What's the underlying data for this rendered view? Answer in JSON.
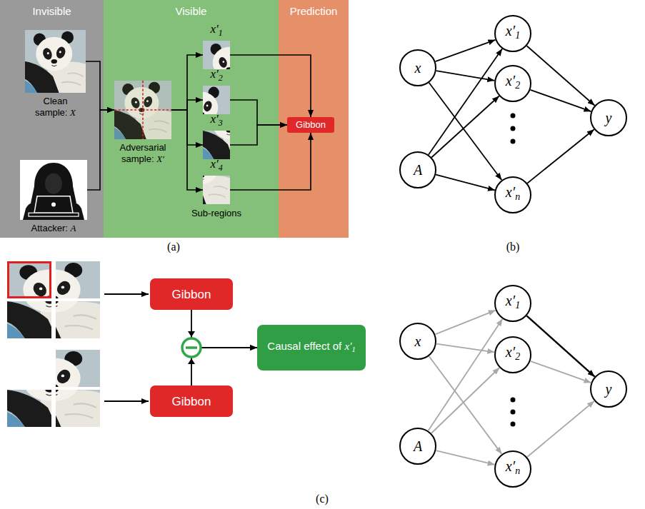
{
  "diagram": {
    "nodes": [
      {
        "text": [
          "Invisible"
        ]
      },
      {
        "text": [
          "Visible"
        ]
      },
      {
        "text": [
          "Prediction"
        ]
      },
      {
        "text": [
          "Clean sample: X"
        ],
        "in": 0
      },
      {
        "text": [
          "Attacker: A"
        ],
        "in": 0
      },
      {
        "text": [
          "Adversarial sample: X′"
        ],
        "in": 1
      },
      {
        "text": [
          "x′1"
        ],
        "in": 1
      },
      {
        "text": [
          "x′2"
        ],
        "in": 1
      },
      {
        "text": [
          "x′3"
        ],
        "in": 1
      },
      {
        "text": [
          "x′4"
        ],
        "in": 1
      },
      {
        "text": [
          "Gibbon"
        ],
        "in": 2
      },
      {
        "text": [
          "x"
        ]
      },
      {
        "text": [
          "A"
        ]
      },
      {
        "text": [
          "x′1"
        ]
      },
      {
        "text": [
          "x′2"
        ]
      },
      {
        "text": [
          "x′n"
        ]
      },
      {
        "text": [
          "y"
        ]
      },
      {
        "text": [
          "Gibbon"
        ]
      },
      {
        "text": [
          "Gibbon"
        ]
      },
      {
        "text": [
          "Causal effect of x′1"
        ]
      },
      {
        "text": [
          "x"
        ]
      },
      {
        "text": [
          "A"
        ]
      },
      {
        "text": [
          "x′1"
        ]
      },
      {
        "text": [
          "x′2"
        ]
      },
      {
        "text": [
          "x′n"
        ]
      },
      {
        "text": [
          "y"
        ]
      }
    ],
    "edges": [
      {
        "from": 3,
        "to": 5,
        "arrow": "to"
      },
      {
        "from": 4,
        "to": 5,
        "arrow": "to"
      },
      {
        "from": 5,
        "to": 6,
        "arrow": "to"
      },
      {
        "from": 5,
        "to": 7,
        "arrow": "to"
      },
      {
        "from": 5,
        "to": 8,
        "arrow": "to"
      },
      {
        "from": 5,
        "to": 9,
        "arrow": "to"
      },
      {
        "from": 6,
        "to": 10,
        "arrow": "to"
      },
      {
        "from": 7,
        "to": 10,
        "arrow": "to"
      },
      {
        "from": 8,
        "to": 10,
        "arrow": "to"
      },
      {
        "from": 9,
        "to": 10,
        "arrow": "to"
      },
      {
        "from": 11,
        "to": 13,
        "arrow": "to"
      },
      {
        "from": 11,
        "to": 14,
        "arrow": "to"
      },
      {
        "from": 11,
        "to": 15,
        "arrow": "to"
      },
      {
        "from": 12,
        "to": 13,
        "arrow": "to"
      },
      {
        "from": 12,
        "to": 14,
        "arrow": "to"
      },
      {
        "from": 12,
        "to": 15,
        "arrow": "to"
      },
      {
        "from": 13,
        "to": 16,
        "arrow": "to"
      },
      {
        "from": 14,
        "to": 16,
        "arrow": "to"
      },
      {
        "from": 15,
        "to": 16,
        "arrow": "to"
      },
      {
        "from": 17,
        "to": 19,
        "arrow": "to"
      },
      {
        "from": 18,
        "to": 19,
        "arrow": "to"
      },
      {
        "from": 20,
        "to": 22,
        "arrow": "to"
      },
      {
        "from": 20,
        "to": 23,
        "arrow": "to"
      },
      {
        "from": 20,
        "to": 24,
        "arrow": "to"
      },
      {
        "from": 21,
        "to": 22,
        "arrow": "to"
      },
      {
        "from": 21,
        "to": 23,
        "arrow": "to"
      },
      {
        "from": 21,
        "to": 24,
        "arrow": "to"
      },
      {
        "from": 22,
        "to": 25,
        "arrow": "to"
      },
      {
        "from": 23,
        "to": 25,
        "arrow": "to"
      },
      {
        "from": 24,
        "to": 25,
        "arrow": "to"
      }
    ],
    "labels": [
      "Sub-regions",
      "(a)",
      "(b)",
      "(c)"
    ]
  }
}
